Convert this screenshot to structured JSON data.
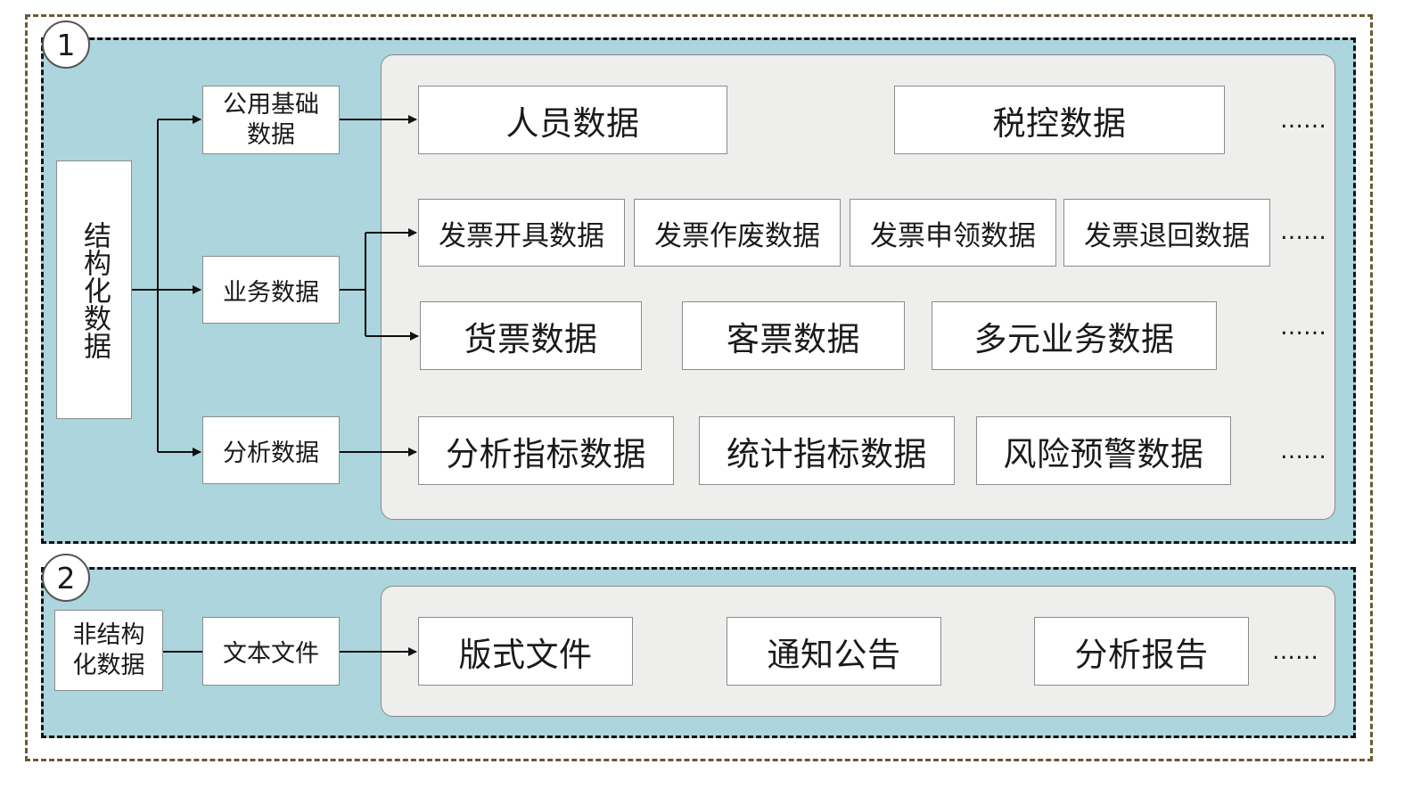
{
  "section1": {
    "number": "1",
    "root": "结构化数据",
    "branches": {
      "basic": "公用基础\n数据",
      "business": "业务数据",
      "analysis": "分析数据"
    },
    "row1": [
      "人员数据",
      "税控数据"
    ],
    "row2": [
      "发票开具数据",
      "发票作废数据",
      "发票申领数据",
      "发票退回数据"
    ],
    "row3": [
      "货票数据",
      "客票数据",
      "多元业务数据"
    ],
    "row4": [
      "分析指标数据",
      "统计指标数据",
      "风险预警数据"
    ],
    "ellipsis": "……"
  },
  "section2": {
    "number": "2",
    "root": "非结构\n化数据",
    "branch": "文本文件",
    "items": [
      "版式文件",
      "通知公告",
      "分析报告"
    ],
    "ellipsis": "……"
  },
  "colors": {
    "section_bg": "#acd5dd",
    "panel_bg": "#eeeeec",
    "outer_border": "#6b5a36",
    "section_border": "#111111"
  }
}
